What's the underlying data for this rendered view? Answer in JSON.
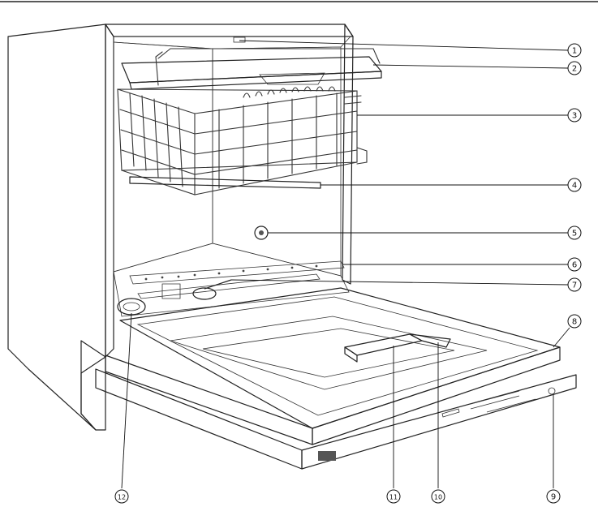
{
  "figure": {
    "callouts": [
      {
        "id": "c1",
        "label": "1"
      },
      {
        "id": "c2",
        "label": "2"
      },
      {
        "id": "c3",
        "label": "3"
      },
      {
        "id": "c4",
        "label": "4"
      },
      {
        "id": "c5",
        "label": "5"
      },
      {
        "id": "c6",
        "label": "6"
      },
      {
        "id": "c7",
        "label": "7"
      },
      {
        "id": "c8",
        "label": "8"
      },
      {
        "id": "c9",
        "label": "9"
      },
      {
        "id": "c10",
        "label": "10"
      },
      {
        "id": "c11",
        "label": "11"
      },
      {
        "id": "c12",
        "label": "12"
      }
    ],
    "colors": {
      "cabinet_side": "#cfcfcf",
      "cabinet_dark": "#a8a8a8",
      "interior_back": "#c9c9c9",
      "interior_wall": "#d8d8d8",
      "door_top": "#f2f2f2",
      "line": "#222222"
    }
  }
}
